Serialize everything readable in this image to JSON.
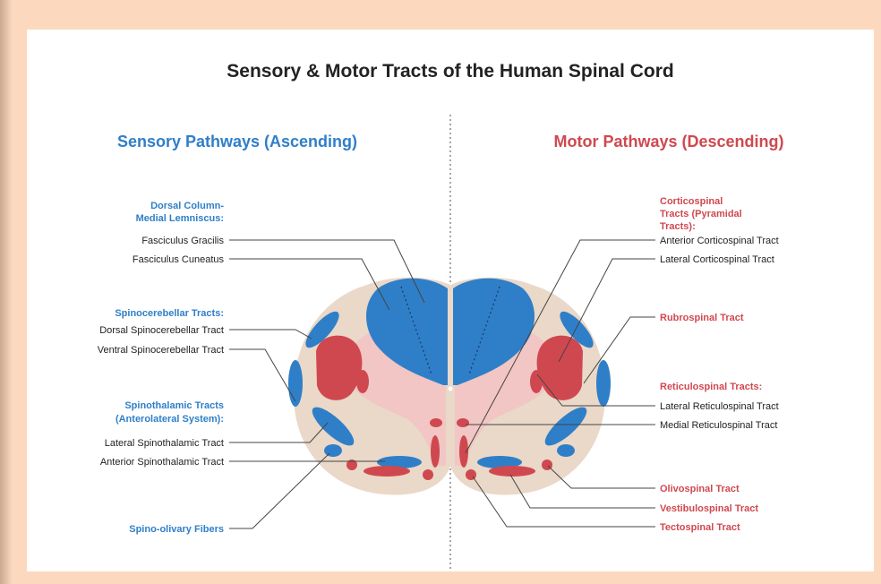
{
  "title": "Sensory & Motor Tracts of the Human Spinal Cord",
  "sensory": {
    "heading": "Sensory Pathways (Ascending)",
    "dorsal_column": {
      "heading_line1": "Dorsal Column-",
      "heading_line2": "Medial Lemniscus:",
      "gracilis": "Fasciculus Gracilis",
      "cuneatus": "Fasciculus Cuneatus"
    },
    "spinocerebellar": {
      "heading": "Spinocerebellar Tracts:",
      "dorsal": "Dorsal Spinocerebellar Tract",
      "ventral": "Ventral Spinocerebellar Tract"
    },
    "spinothalamic": {
      "heading_line1": "Spinothalamic Tracts",
      "heading_line2": "(Anterolateral System):",
      "lateral": "Lateral Spinothalamic Tract",
      "anterior": "Anterior Spinothalamic Tract"
    },
    "spino_olivary": "Spino-olivary Fibers"
  },
  "motor": {
    "heading": "Motor Pathways (Descending)",
    "corticospinal": {
      "heading_line1": "Corticospinal",
      "heading_line2": "Tracts (Pyramidal",
      "heading_line3": "Tracts):",
      "anterior": "Anterior Corticospinal Tract",
      "lateral": "Lateral Corticospinal Tract"
    },
    "rubrospinal": "Rubrospinal Tract",
    "reticulospinal": {
      "heading": "Reticulospinal Tracts:",
      "lateral": "Lateral Reticulospinal Tract",
      "medial": "Medial Reticulospinal Tract"
    },
    "olivospinal": "Olivospinal Tract",
    "vestibulospinal": "Vestibulospinal Tract",
    "tectospinal": "Tectospinal Tract"
  },
  "colors": {
    "sensory": "#2f7fc8",
    "motor": "#d0484f",
    "white_matter": "#ead8c8",
    "gray_matter": "#f1c6c4",
    "background": "#fcd9be"
  }
}
